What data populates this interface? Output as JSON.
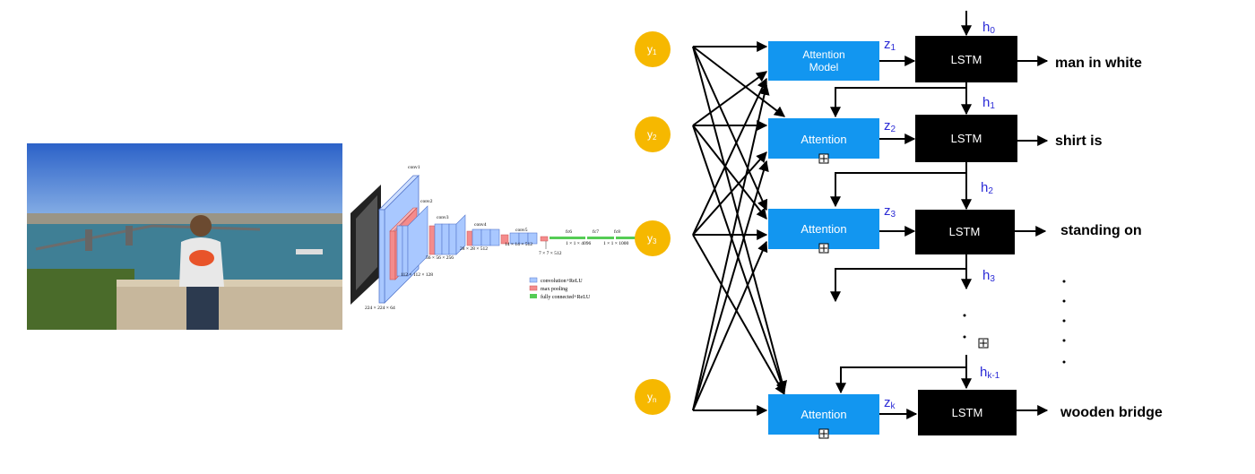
{
  "vgg": {
    "layers": [
      "conv1",
      "conv2",
      "conv3",
      "conv4",
      "conv5",
      "fc6",
      "fc7",
      "fc8"
    ],
    "dims": [
      "224 × 224 × 64",
      "112 × 112 × 128",
      "56 × 56 × 256",
      "28 × 28 × 512",
      "14 × 14 × 512",
      "7 × 7 × 512",
      "1 × 1 × 4096",
      "1 × 1 × 1000"
    ],
    "legend": [
      "convolution+ReLU",
      "max pooling",
      "fully connected+ReLU"
    ]
  },
  "inputs": [
    {
      "base": "y",
      "sub": "1"
    },
    {
      "base": "y",
      "sub": "2"
    },
    {
      "base": "y",
      "sub": "3"
    },
    {
      "base": "y",
      "sub": "n"
    }
  ],
  "attention": [
    "Attention\nModel",
    "Attention",
    "Attention",
    "Attention"
  ],
  "z": [
    {
      "base": "z",
      "sub": "1"
    },
    {
      "base": "z",
      "sub": "2"
    },
    {
      "base": "z",
      "sub": "3"
    },
    {
      "base": "z",
      "sub": "k"
    }
  ],
  "lstm": [
    "LSTM",
    "LSTM",
    "LSTM",
    "LSTM"
  ],
  "h": [
    {
      "base": "h",
      "sub": "0"
    },
    {
      "base": "h",
      "sub": "1"
    },
    {
      "base": "h",
      "sub": "2"
    },
    {
      "base": "h",
      "sub": "3"
    },
    {
      "base": "h",
      "sub": "k-1"
    }
  ],
  "outputs": [
    "man in white",
    "shirt is",
    "standing on",
    "wooden bridge"
  ],
  "colors": {
    "input": "#f6b800",
    "attention": "#1296f0",
    "lstm": "#000000",
    "h_label": "#2b2bd6",
    "conv": "#a9c8ff",
    "pool": "#f48b8b",
    "fc": "#55cc55"
  }
}
